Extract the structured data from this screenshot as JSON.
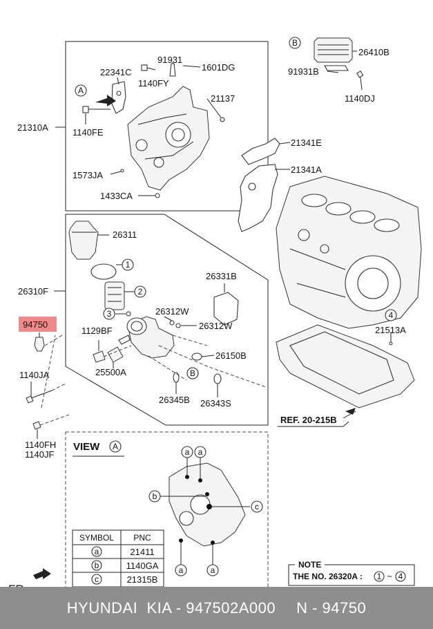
{
  "labels": {
    "p22341C": "22341C",
    "p91931": "91931",
    "p1601DG": "1601DG",
    "p1140FY": "1140FY",
    "p21137": "21137",
    "p21310A": "21310A",
    "p1140FE": "1140FE",
    "p1573JA": "1573JA",
    "p1433CA": "1433CA",
    "p26410B": "26410B",
    "p91931B": "91931B",
    "p1140DJ": "1140DJ",
    "p21341E": "21341E",
    "p21341A": "21341A",
    "p26311": "26311",
    "p26310F": "26310F",
    "p26331B": "26331B",
    "p26312W_a": "26312W",
    "p26312W_b": "26312W",
    "p94750": "94750",
    "p1129BF": "1129BF",
    "p25500A": "25500A",
    "p26150B": "26150B",
    "p1140JA": "1140JA",
    "p26345B": "26345B",
    "p26343S": "26343S",
    "p21513A": "21513A",
    "p1140FH": "1140FH",
    "p1140JF": "1140JF"
  },
  "markers": {
    "A": "A",
    "B": "B",
    "n1": "1",
    "n2": "2",
    "n3": "3",
    "n4": "4",
    "a": "a",
    "b": "b",
    "c": "c"
  },
  "ref": "REF. 20-215B",
  "view": {
    "title": "VIEW",
    "marker": "A"
  },
  "symbol_table": {
    "headers": [
      "SYMBOL",
      "PNC"
    ],
    "rows": [
      {
        "symbol": "a",
        "pnc": "21411"
      },
      {
        "symbol": "b",
        "pnc": "1140GA"
      },
      {
        "symbol": "c",
        "pnc": "21315B"
      }
    ]
  },
  "note": {
    "title": "NOTE",
    "text": "THE NO. 26320A :",
    "range_from": "1",
    "range_sep": "~",
    "range_to": "4"
  },
  "front_label": "FR.",
  "highlight_color": "#f08a8a",
  "footer": {
    "brand": "HYUNDAI  KIA - 947502A000",
    "part": "N - 94750"
  }
}
